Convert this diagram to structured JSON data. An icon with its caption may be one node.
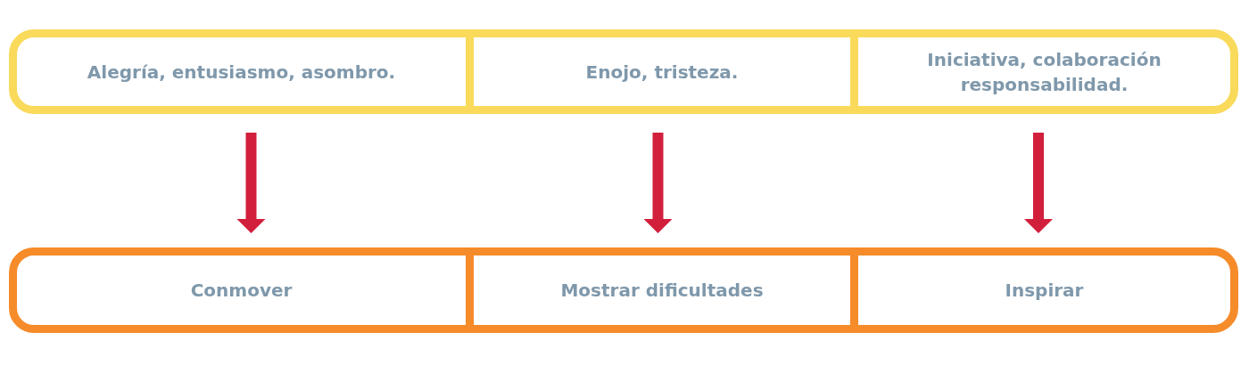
{
  "diagram": {
    "nodes": [
      {
        "text": [],
        "shape": "box"
      },
      {
        "text": [
          "Alegría, entusiasmo, asombro."
        ],
        "in": 0
      },
      {
        "text": [
          "Enojo, tristeza."
        ],
        "in": 0
      },
      {
        "text": [
          "Iniciativa, colaboración responsabilidad."
        ],
        "in": 0
      },
      {
        "text": [],
        "shape": "box"
      },
      {
        "text": [
          "Conmover"
        ],
        "in": 4
      },
      {
        "text": [
          "Mostrar dificultades"
        ],
        "in": 4
      },
      {
        "text": [
          "Inspirar"
        ],
        "in": 4
      }
    ],
    "edges": [
      {
        "from": 1,
        "to": 5,
        "arrow": "to"
      },
      {
        "from": 2,
        "to": 6,
        "arrow": "to"
      },
      {
        "from": 3,
        "to": 7,
        "arrow": "to"
      }
    ]
  }
}
